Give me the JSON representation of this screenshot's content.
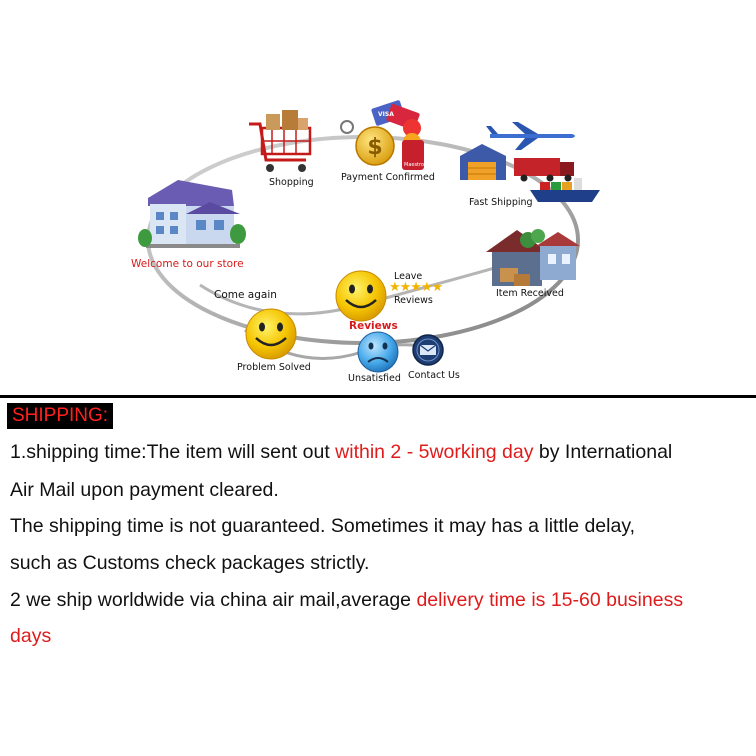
{
  "diagram": {
    "shopping": "Shopping",
    "payment": "Payment Confirmed",
    "fast_shipping": "Fast Shipping",
    "item_received": "Item Received",
    "leave": "Leave",
    "reviews_small": "Reviews",
    "reviews_big": "Reviews",
    "contact_us": "Contact Us",
    "unsatisfied": "Unsatisfied",
    "problem_solved": "Problem Solved",
    "come_again": "Come again",
    "welcome": "Welcome to our store",
    "card_visa": "VISA",
    "card_maestro": "Maestro",
    "stars": "★★★★★"
  },
  "shipping": {
    "title": "SHIPPING:",
    "p1_a": "1.shipping time:The item will sent out ",
    "p1_red": "within 2 - 5working day",
    "p1_b": " by International",
    "p2": "Air Mail upon payment cleared.",
    "p3": "The shipping time is not guaranteed. Sometimes it may has a little delay,",
    "p4": "such as Customs check packages strictly.",
    "p5_a": "2 we ship worldwide via china air mail,average ",
    "p5_red": "delivery time is 15-60 business",
    "p6_red": "days"
  },
  "colors": {
    "accent_red": "#e01b1b",
    "title_bg": "#000000",
    "title_fg": "#ff2020"
  }
}
